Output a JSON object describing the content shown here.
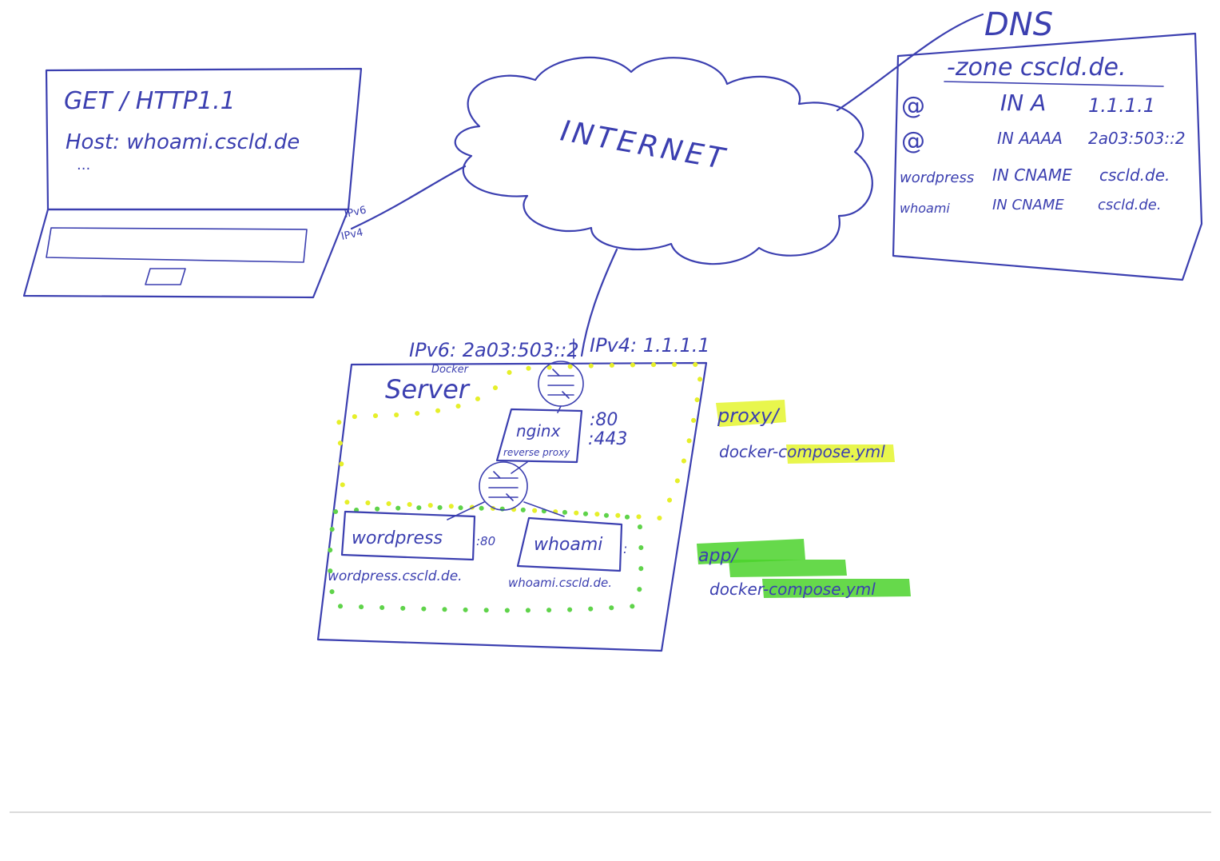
{
  "laptop": {
    "request_line": "GET /  HTTP1.1",
    "host_line": "Host:  whoami.cscld.de",
    "ellipsis": "...",
    "ipv6_label": "IPv6",
    "ipv4_label": "IPv4"
  },
  "internet": {
    "label": "INTERNET"
  },
  "dns": {
    "title": "DNS",
    "zone": "-zone cscld.de.",
    "records": [
      {
        "name": "@",
        "type": "IN A",
        "value": "1.1.1.1"
      },
      {
        "name": "@",
        "type": "IN AAAA",
        "value": "2a03:503::2"
      },
      {
        "name": "wordpress",
        "type": "IN CNAME",
        "value": "cscld.de."
      },
      {
        "name": "whoami",
        "type": "IN CNAME",
        "value": "cscld.de."
      }
    ]
  },
  "server": {
    "ipv6": "IPv6: 2a03:503::2",
    "ipv4": "IPv4: 1.1.1.1",
    "docker_label": "Docker",
    "server_label": "Server",
    "nginx_label": "nginx",
    "nginx_sub": "reverse proxy",
    "port_80": ":80",
    "port_443": ":443",
    "wordpress_box": "wordpress",
    "wordpress_port": ":80",
    "whoami_box": "whoami",
    "whoami_port": ":",
    "wordpress_host": "wordpress.cscld.de.",
    "whoami_host": "whoami.cscld.de."
  },
  "compose": {
    "proxy_dir": "proxy/",
    "proxy_file": "docker-compose.yml",
    "app_dir": "app/",
    "app_file": "docker-compose.yml"
  },
  "colors": {
    "ink": "#3b3fb0",
    "proxy_network": "#e6ef2a",
    "app_network": "#5fd34a"
  }
}
